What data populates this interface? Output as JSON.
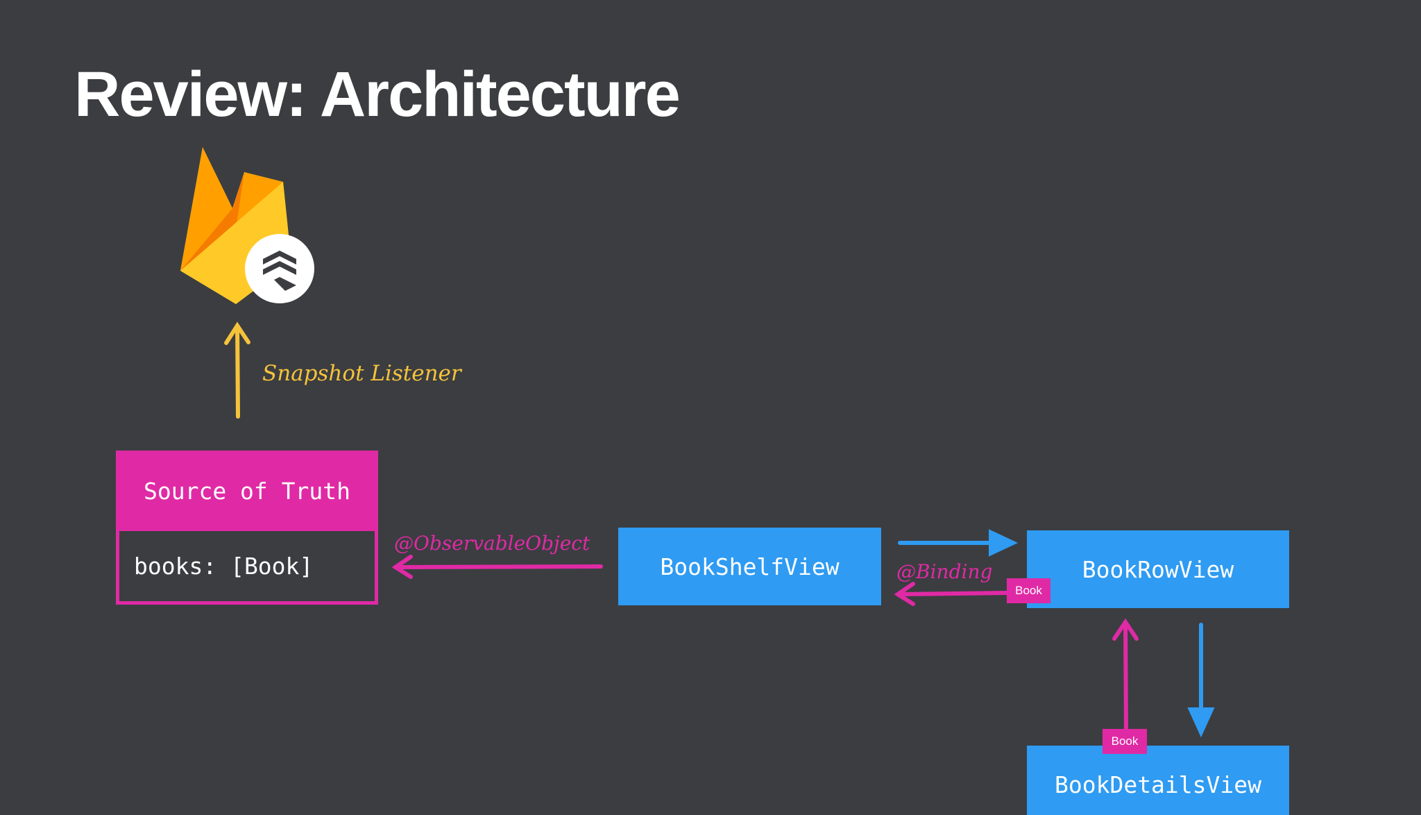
{
  "slide": {
    "title": "Review: Architecture"
  },
  "nodes": {
    "source_of_truth_header": "Source of Truth",
    "source_of_truth_body": "books: [Book]",
    "bookshelf_view": "BookShelfView",
    "bookrow_view": "BookRowView",
    "bookdetails_view": "BookDetailsView"
  },
  "tags": {
    "row_book": "Book",
    "details_book": "Book"
  },
  "edges": {
    "snapshot_listener": "Snapshot Listener",
    "observable_object": "@ObservableObject",
    "binding": "@Binding"
  },
  "icons": {
    "logo": "firebase-firestore-logo"
  },
  "colors": {
    "background": "#3c3d41",
    "magenta": "#e02aa5",
    "blue": "#2f9bf2",
    "yellow": "#f5c33b"
  }
}
